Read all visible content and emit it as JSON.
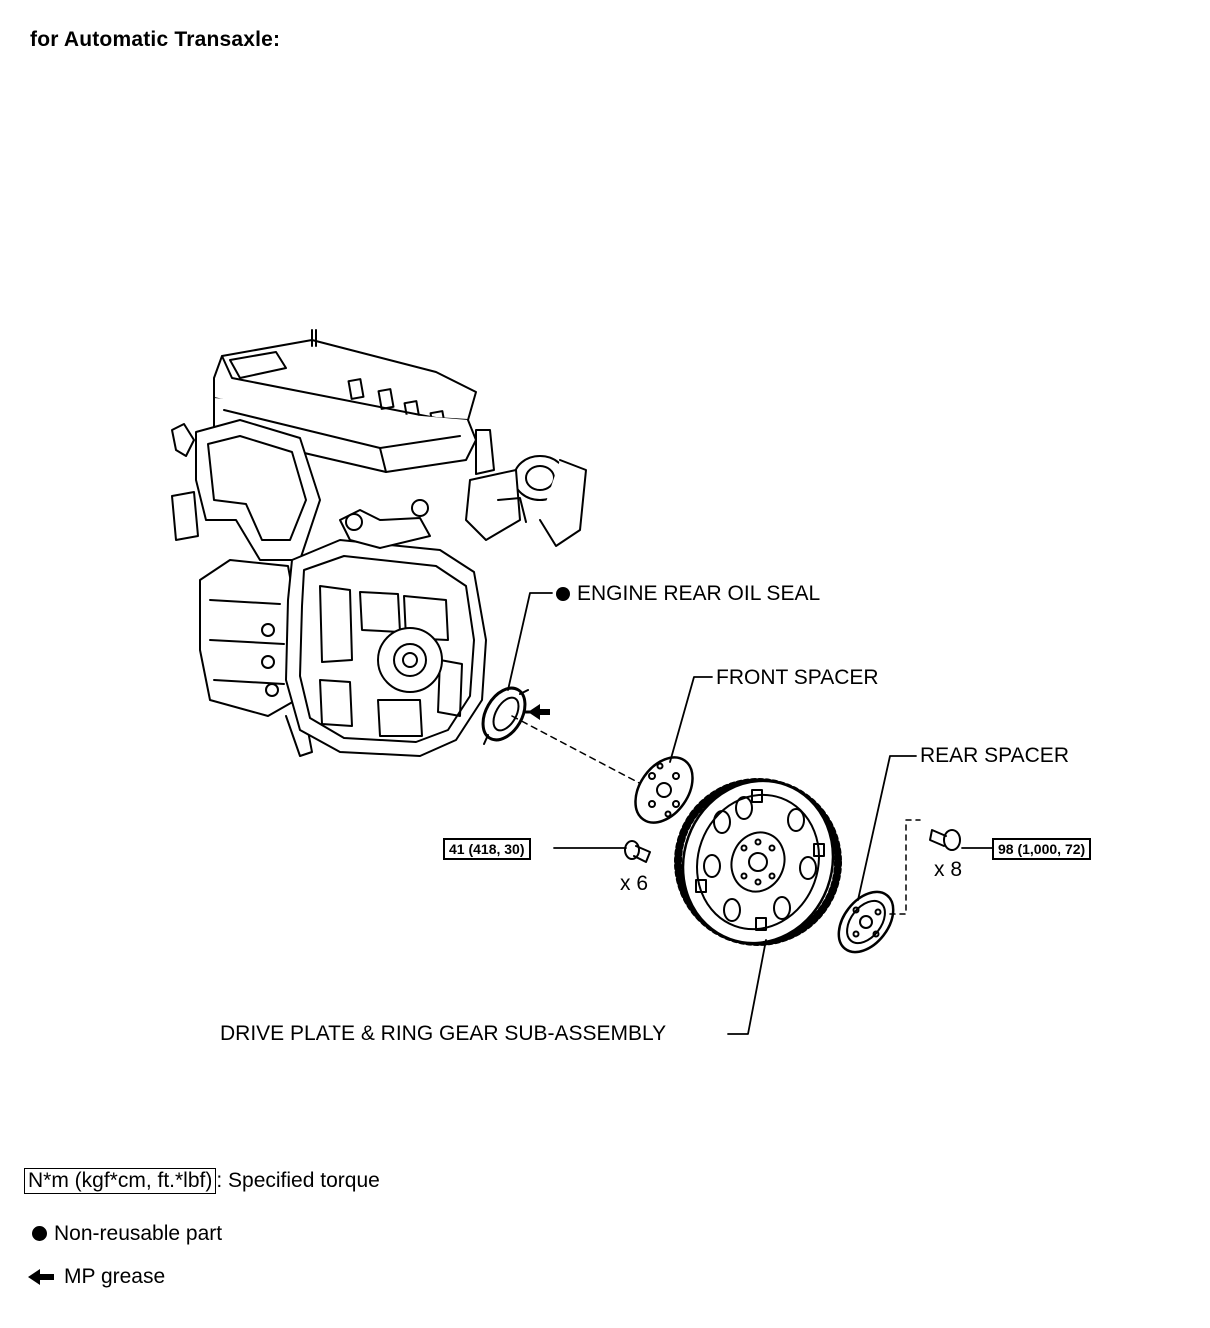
{
  "header": {
    "title": "for Automatic Transaxle:"
  },
  "labels": {
    "rear_oil_seal": "ENGINE REAR OIL SEAL",
    "front_spacer": "FRONT SPACER",
    "rear_spacer": "REAR SPACER",
    "drive_plate": "DRIVE PLATE & RING GEAR SUB-ASSEMBLY"
  },
  "torques": {
    "front_bolt": "41 (418, 30)",
    "rear_bolt": "98 (1,000, 72)"
  },
  "quantities": {
    "front_bolt_qty": "x 6",
    "rear_bolt_qty": "x 8"
  },
  "legend": {
    "torque_unit": "N*m (kgf*cm, ft.*lbf)",
    "torque_desc": ": Specified torque",
    "non_reusable": "Non-reusable part",
    "grease": "MP grease"
  },
  "icons": {
    "non_reusable_marker": "filled-circle-icon",
    "grease_marker": "left-arrow-icon"
  }
}
